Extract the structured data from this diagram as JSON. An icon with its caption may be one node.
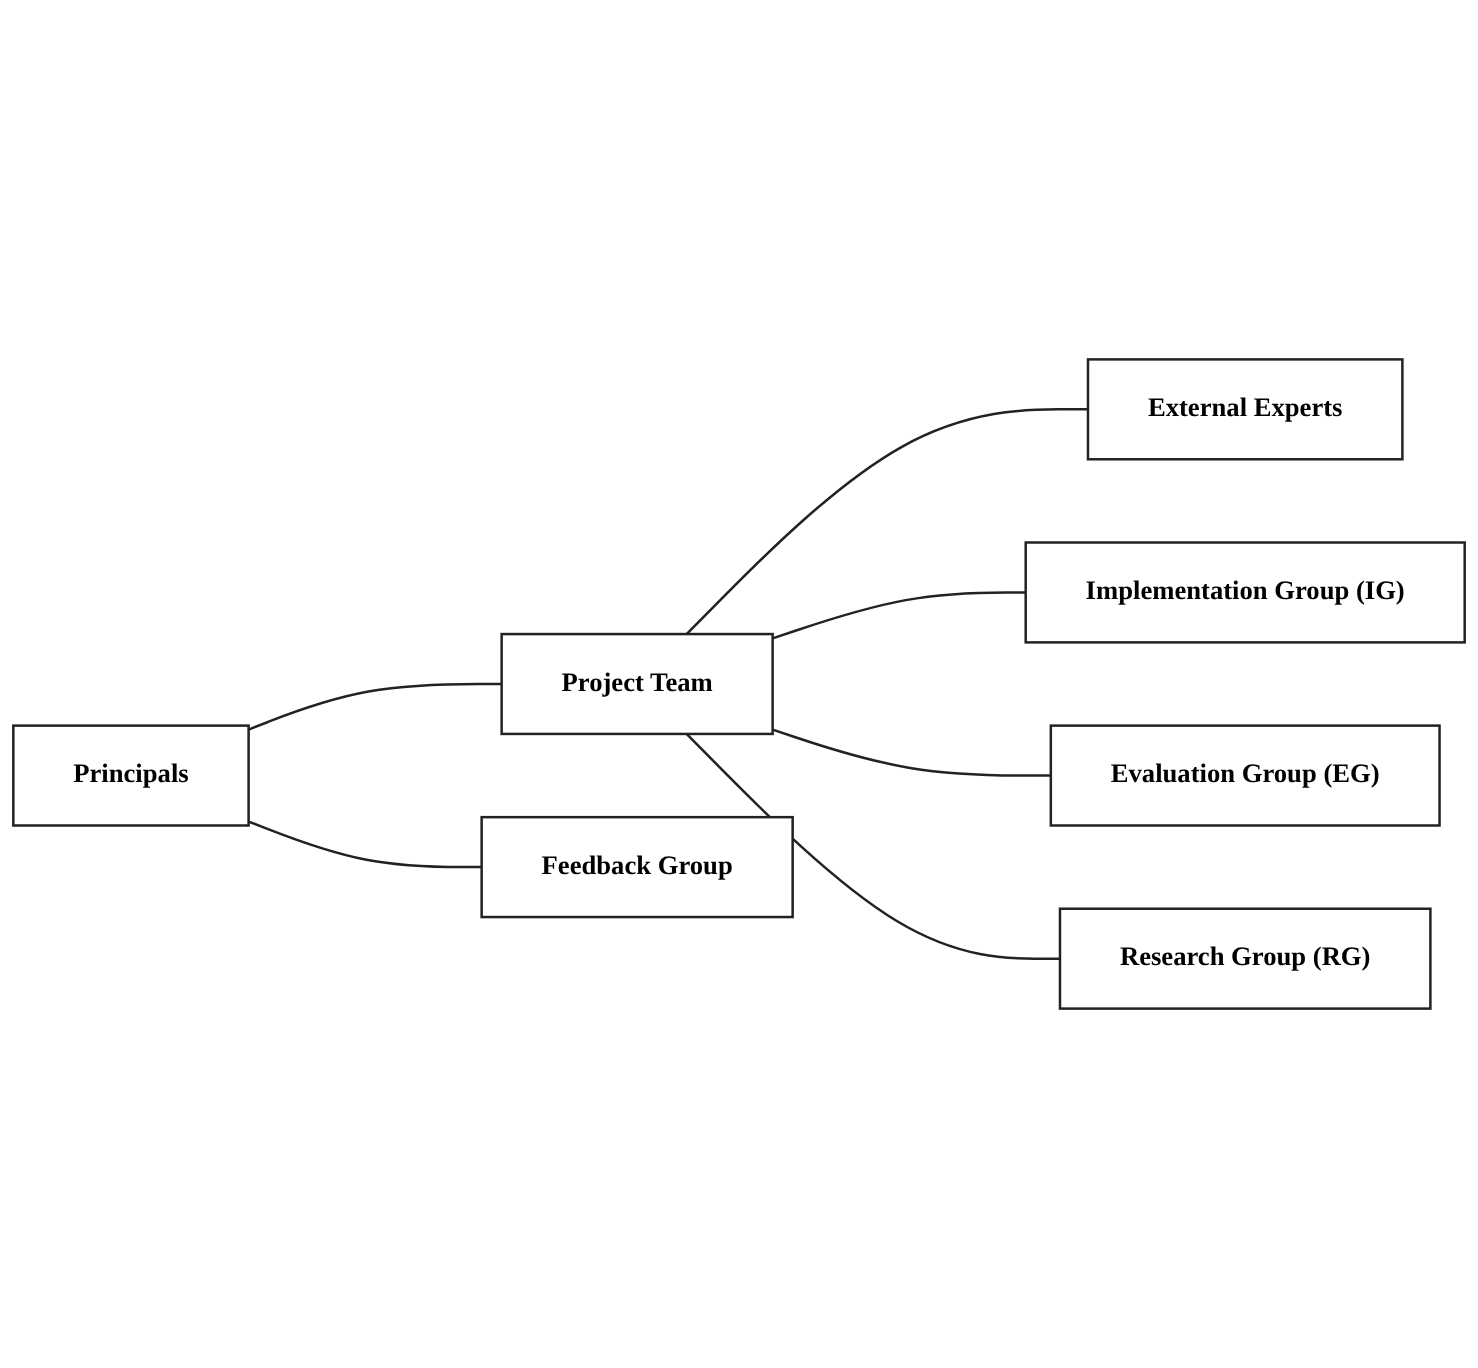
{
  "diagram": {
    "nodes": [
      {
        "text": [
          "Principals"
        ]
      },
      {
        "text": [
          "Feedback Group"
        ]
      },
      {
        "text": [
          "Project Team"
        ]
      },
      {
        "text": [
          "External Experts"
        ]
      },
      {
        "text": [
          "Implementation Group (IG)"
        ]
      },
      {
        "text": [
          "Evaluation Group (EG)"
        ]
      },
      {
        "text": [
          "Research Group (RG)"
        ]
      }
    ],
    "edges": [
      {
        "from": 0,
        "to": 1,
        "arrow": "none"
      },
      {
        "from": 0,
        "to": 2,
        "arrow": "none"
      },
      {
        "from": 2,
        "to": 3,
        "arrow": "none"
      },
      {
        "from": 2,
        "to": 4,
        "arrow": "none"
      },
      {
        "from": 2,
        "to": 5,
        "arrow": "none"
      },
      {
        "from": 2,
        "to": 6,
        "arrow": "none"
      }
    ]
  }
}
